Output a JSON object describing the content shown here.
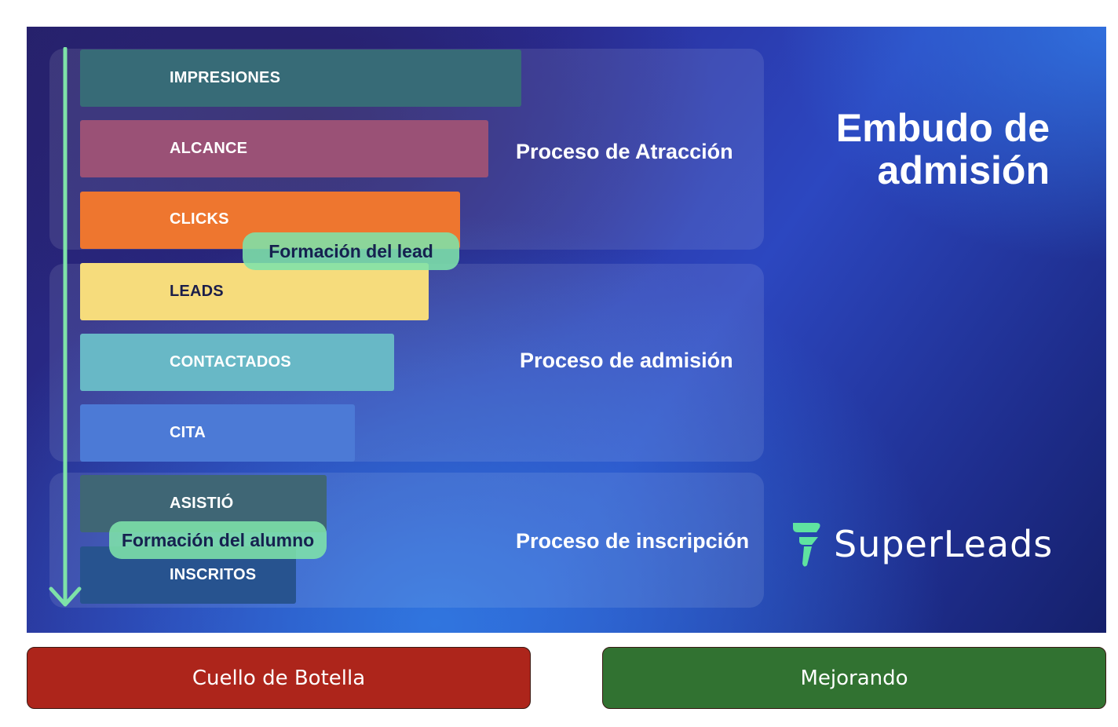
{
  "diagram": {
    "title_line1": "Embudo de",
    "title_line2": "admisión",
    "stages": [
      {
        "label": "Proceso de Atracción"
      },
      {
        "label": "Proceso de admisión"
      },
      {
        "label": "Proceso de inscripción"
      }
    ],
    "bars": [
      {
        "label": "IMPRESIONES",
        "color": "#376b77"
      },
      {
        "label": "ALCANCE",
        "color": "#9a5176"
      },
      {
        "label": "CLICKS",
        "color": "#ee762f"
      },
      {
        "label": "LEADS",
        "color": "#f6dc7c"
      },
      {
        "label": "CONTACTADOS",
        "color": "#68b8c6"
      },
      {
        "label": "CITA",
        "color": "#4c7ad6"
      },
      {
        "label": "ASISTIÓ",
        "color": "#3f6675"
      },
      {
        "label": "INSCRITOS",
        "color": "#27538f"
      }
    ],
    "milestones": [
      {
        "label": "Formación del lead"
      },
      {
        "label": "Formación del alumno"
      }
    ],
    "arrow_color": "#7ee2a8",
    "logo": {
      "text": "SuperLeads",
      "icon": "superleads-logo-icon",
      "color": "#5fe3a0"
    }
  },
  "buttons": {
    "bottleneck": {
      "label": "Cuello de Botella",
      "color": "#ad251b"
    },
    "improving": {
      "label": "Mejorando",
      "color": "#317231"
    }
  }
}
